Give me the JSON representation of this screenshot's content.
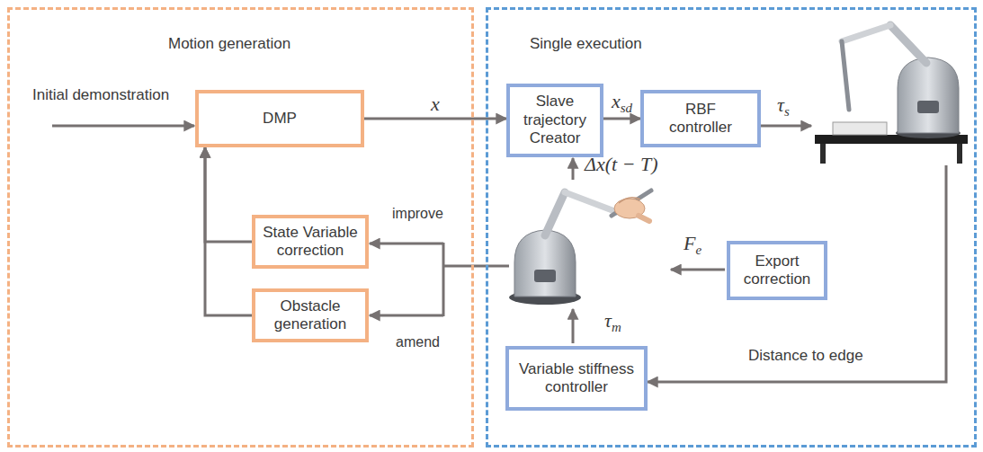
{
  "diagram": {
    "nodes": [
      {
        "text": [
          "Motion generation"
        ]
      },
      {
        "text": [
          "DMP"
        ],
        "in": 0
      },
      {
        "text": [
          "State Variable correction"
        ],
        "in": 0
      },
      {
        "text": [
          "Obstacle generation"
        ],
        "in": 0
      },
      {
        "text": [
          "Single execution"
        ]
      },
      {
        "text": [
          "Slave trajectory Creator"
        ],
        "in": 4
      },
      {
        "text": [
          "RBF controller"
        ],
        "in": 4
      },
      {
        "text": [
          "Export correction"
        ],
        "in": 4
      },
      {
        "text": [
          "Variable stiffness controller"
        ],
        "in": 4
      }
    ],
    "edges": [
      {
        "from": 1,
        "to": 5,
        "label": "x",
        "arrow": "to"
      },
      {
        "from": 5,
        "to": 6,
        "label": "xsd",
        "arrow": "to"
      },
      {
        "from": 2,
        "to": 1,
        "arrow": "to"
      },
      {
        "from": 3,
        "to": 1,
        "arrow": "to"
      }
    ],
    "labels": [
      "Initial demonstration",
      "τs",
      "Δx(t − T)",
      "Fe",
      "τm",
      "Distance to edge",
      "improve",
      "amend"
    ]
  }
}
